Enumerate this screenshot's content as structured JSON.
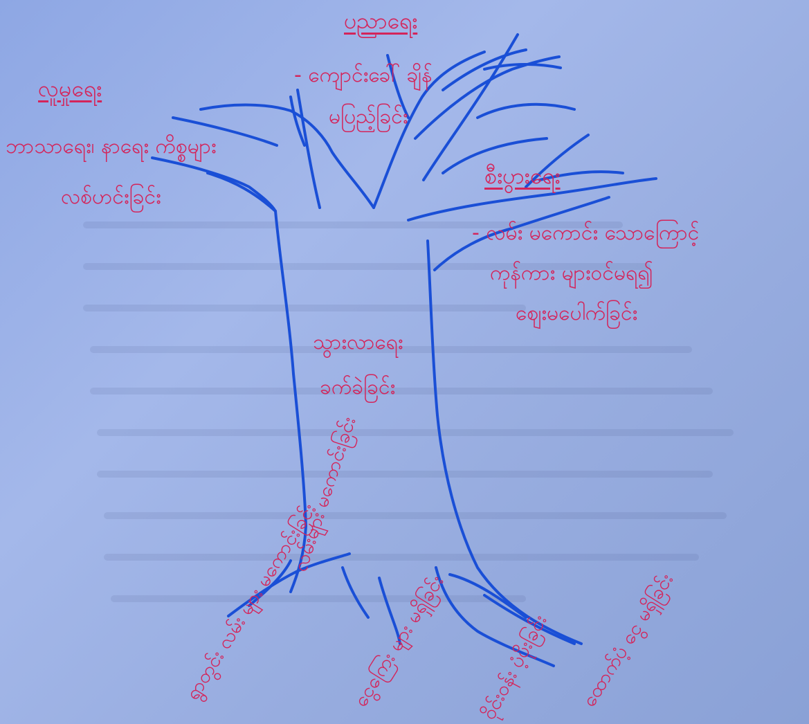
{
  "heading_top": "ပညာရေး",
  "top_lines": [
    "- ကျောင်းခေါ် ချိန်",
    "မပြည့်ခြင်း"
  ],
  "heading_left": "လူမှုရေး",
  "left_lines": [
    "ဘာသာရေး၊ နာရေး ကိစ္စများ",
    "လစ်ဟင်းခြင်း"
  ],
  "heading_right": "စီးပွားရေး",
  "right_lines": [
    "- လမ်း မကောင်း သောကြောင့်",
    "ကုန်ကား များဝင်မရ၍",
    "ဈေးမပေါက်ခြင်း"
  ],
  "trunk_lines": [
    "သွားလာရေး",
    "ခက်ခဲခြင်း"
  ],
  "roots": [
    "လမ်းများ မကောင်းခြင်း",
    "ရွာတွင်း လမ်း များ မကောင်းခြင်း",
    "ငွေကြေး များ မရှိခြင်း",
    "ဝိုင်းဝန်း ပံ့ပိုးခြင်း",
    "ထောက်ပံ့ ငွေ မရှိခြင်း"
  ]
}
